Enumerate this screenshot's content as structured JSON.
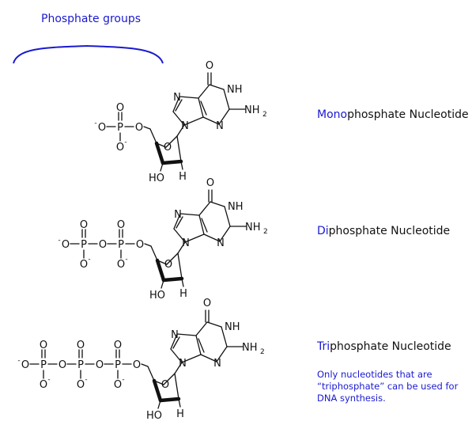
{
  "header": {
    "label": "Phosphate groups"
  },
  "colors": {
    "accent": "#1a1ad0",
    "ink": "#111111"
  },
  "atoms": {
    "O": "O",
    "O_minus": "O",
    "minus": "-",
    "P": "P",
    "N": "N",
    "NH": "NH",
    "NH2": "NH",
    "sub2": "2",
    "HO": "HO",
    "H": "H"
  },
  "rows": [
    {
      "prefix": "Mono",
      "rest": "phosphate Nucleotide"
    },
    {
      "prefix": "Di",
      "rest": "phosphate Nucleotide"
    },
    {
      "prefix": "Tri",
      "rest": "phosphate Nucleotide"
    }
  ],
  "note": "Only nucleotides that are “triphosphate” can be used for DNA synthesis."
}
